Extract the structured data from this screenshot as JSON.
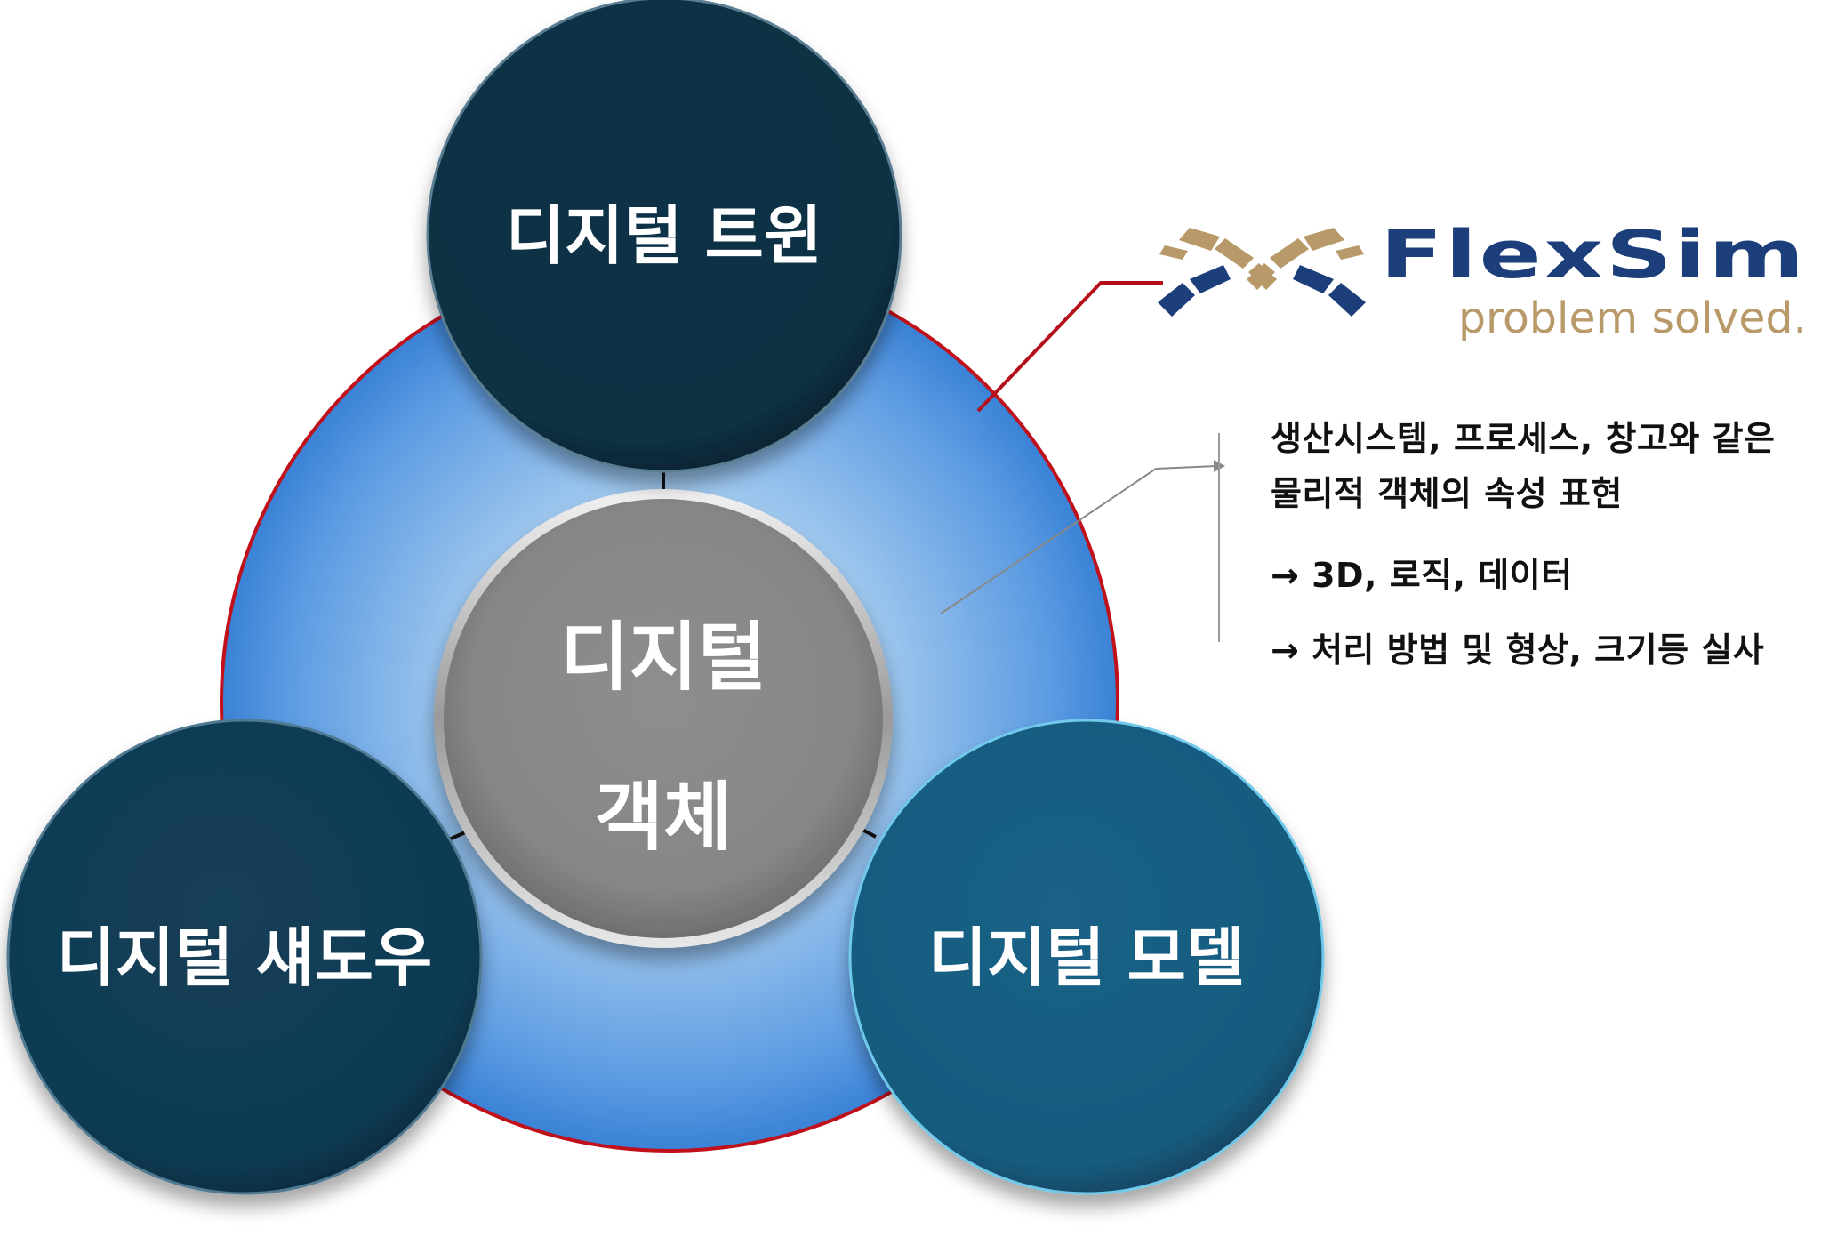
{
  "diagram": {
    "center": {
      "line1": "디지털",
      "line2": "객체"
    },
    "top": {
      "label": "디지털 트윈"
    },
    "bottom_left": {
      "label": "디지털 섀도우"
    },
    "bottom_right": {
      "label": "디지털 모델"
    }
  },
  "logo": {
    "name": "FlexSim",
    "tagline": "problem solved.",
    "colors": {
      "navy": "#1c3f7c",
      "gold": "#b89a6a"
    }
  },
  "description": {
    "line1": "생산시스템, 프로세스, 창고와 같은",
    "line2": "물리적 객체의 속성 표현",
    "bullet1": "→ 3D, 로직, 데이터",
    "bullet2": "→ 처리 방법 및 형상, 크기등 실사"
  },
  "colors": {
    "big_circle": "#3a82d6",
    "big_circle_border": "#c0101a",
    "top_circle": "#0e3246",
    "bottom_left_circle": "#113c55",
    "bottom_right_circle": "#185d80",
    "center_circle": "#888888",
    "callout_line": "#b3101a"
  }
}
